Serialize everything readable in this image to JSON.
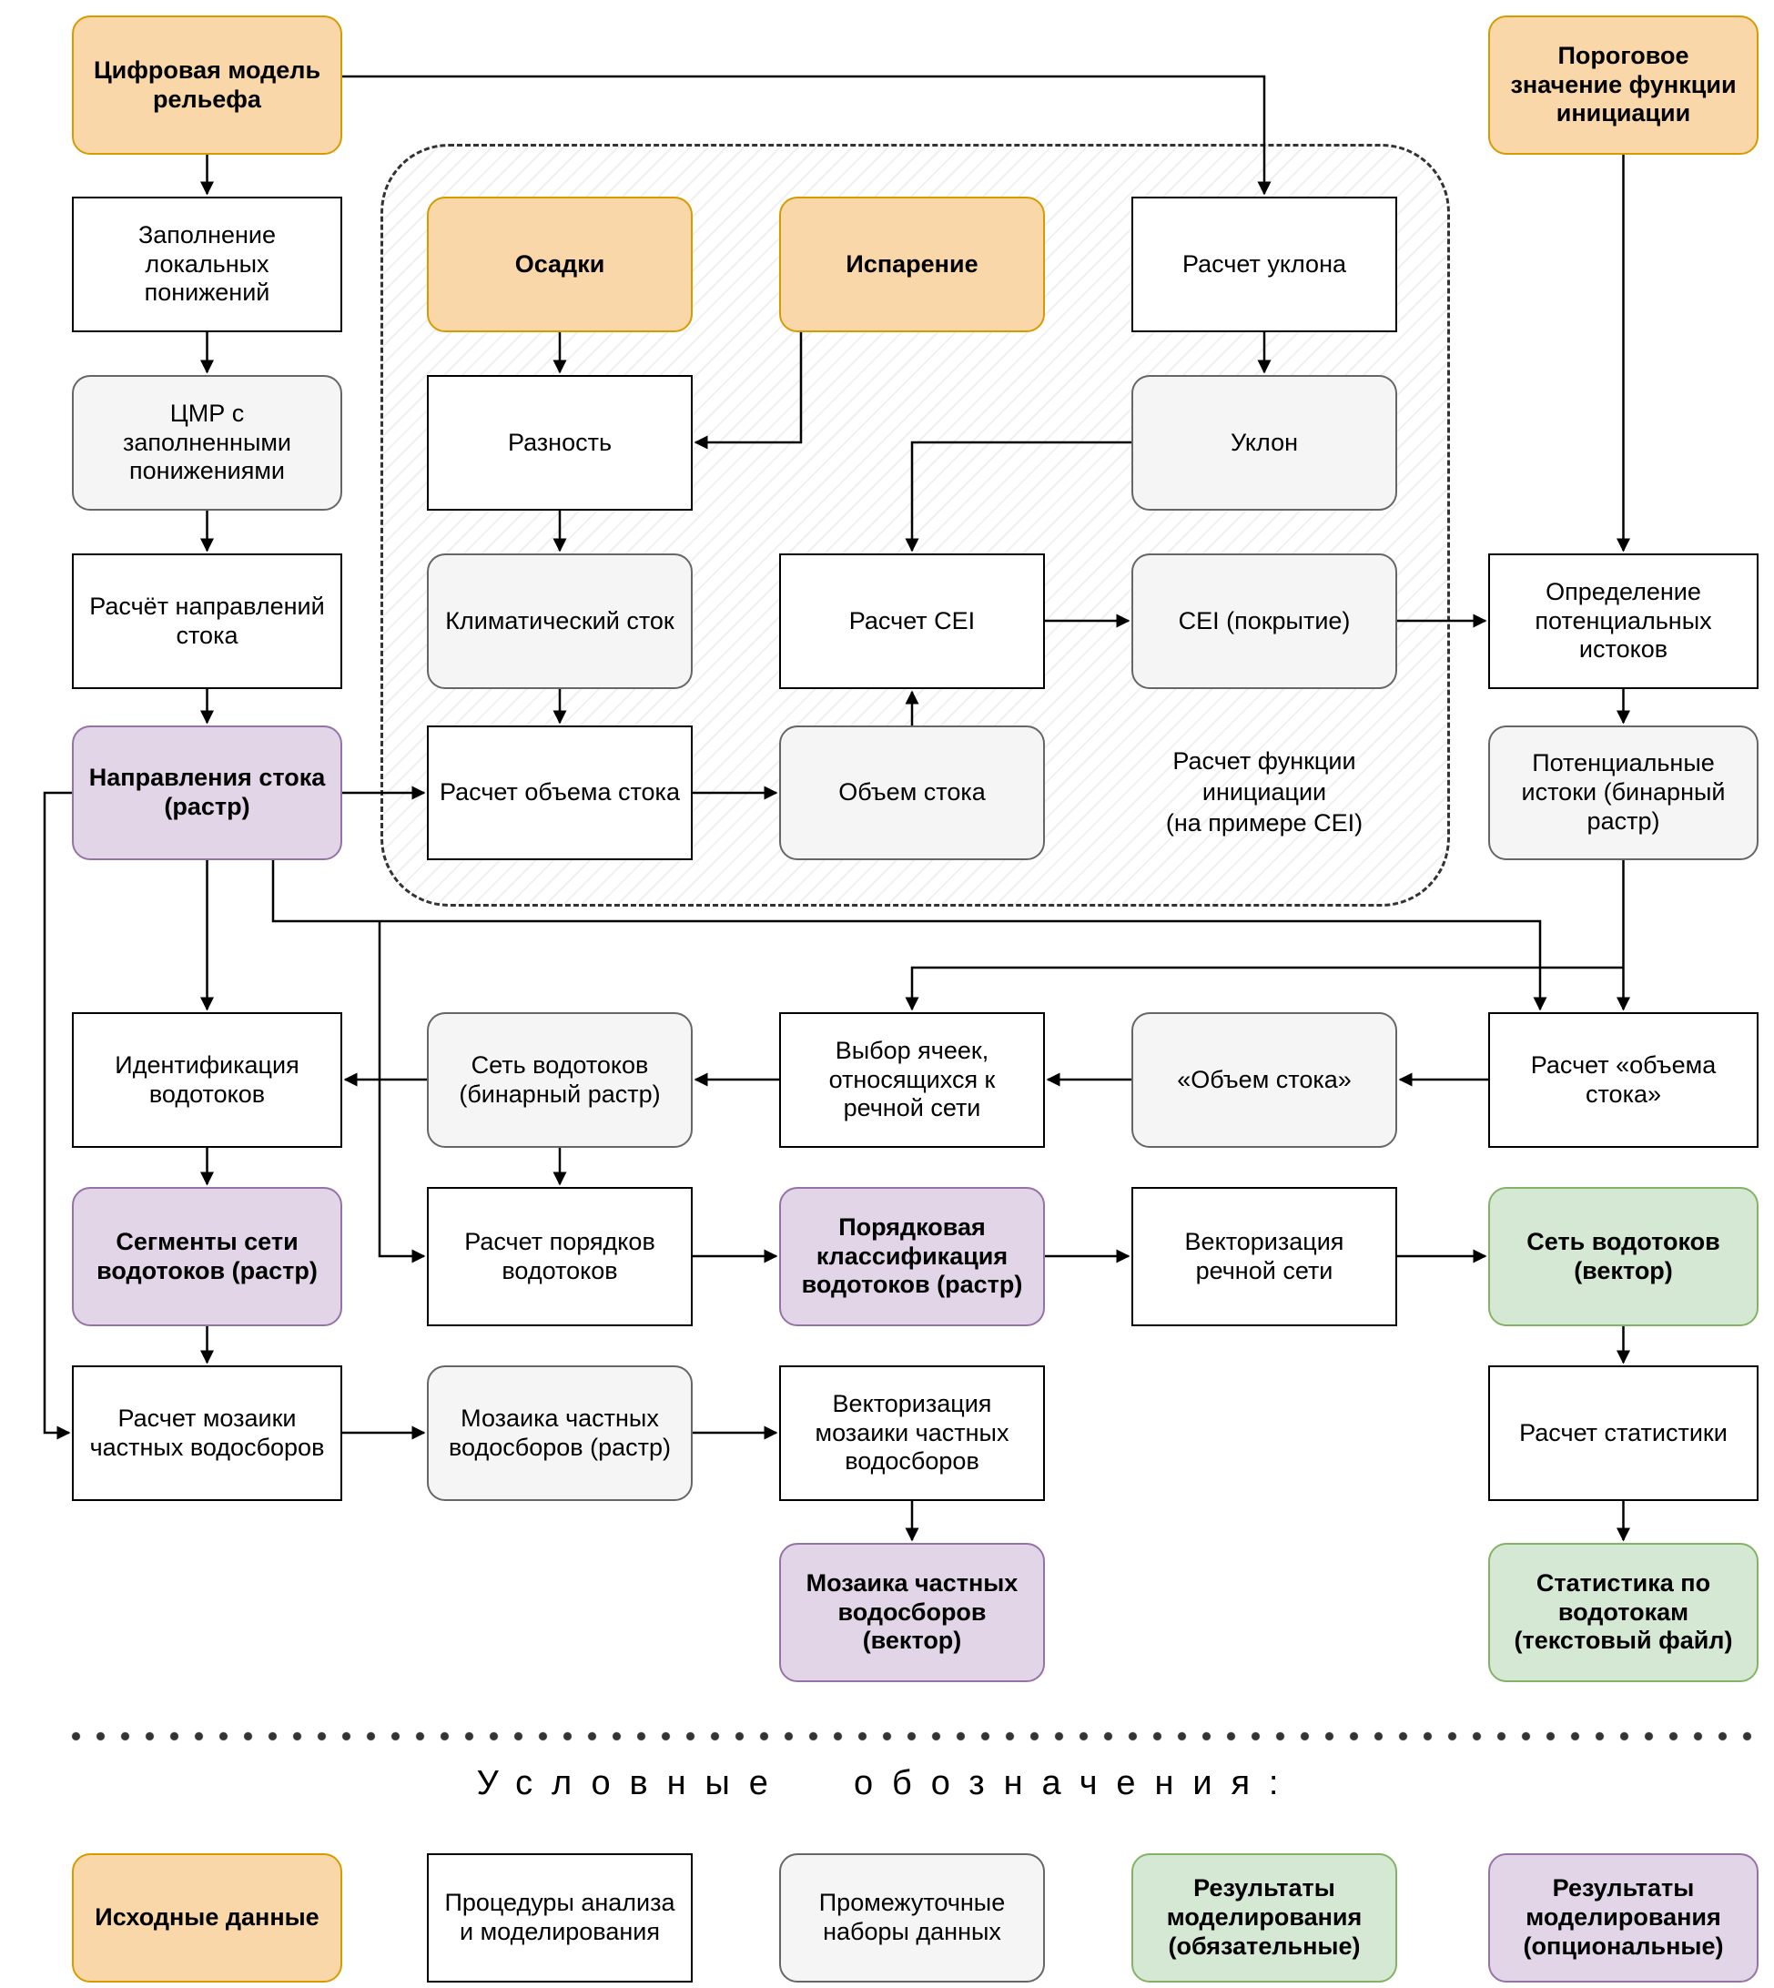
{
  "figure": {
    "nodes": {
      "dmr": "Цифровая модель рельефа",
      "threshold": "Пороговое значение функции инициации",
      "fill_sinks": "Заполнение локальных понижений",
      "precipitation": "Осадки",
      "evaporation": "Испарение",
      "slope_calc": "Расчет уклона",
      "dem_filled": "ЦМР с заполненными понижениями",
      "difference": "Разность",
      "slope": "Уклон",
      "flow_dir_calc": "Расчёт направлений стока",
      "climatic_runoff": "Климатический сток",
      "cei_calc": "Расчет CEI",
      "cei_coverage": "CEI (покрытие)",
      "potential_sources_calc": "Определение потенциальных истоков",
      "flow_dir_raster": "Направления стока (растр)",
      "runoff_volume_calc": "Расчет объема стока",
      "runoff_volume": "Объем стока",
      "potential_sources_raster": "Потенциальные истоки (бинарный растр)",
      "stream_identification": "Идентификация водотоков",
      "stream_network_binary": "Сеть водотоков (бинарный растр)",
      "cell_selection": "Выбор ячеек, относящихся к речной сети",
      "runoff_volume_quoted": "«Объем стока»",
      "runoff_volume_calc_quoted": "Расчет «объема стока»",
      "stream_segments_raster": "Сегменты сети водотоков (растр)",
      "stream_order_calc": "Расчет порядков водотоков",
      "stream_order_raster": "Порядковая классификация водотоков (растр)",
      "river_vectorization": "Векторизация речной сети",
      "stream_network_vector": "Сеть водотоков (вектор)",
      "catchment_mosaic_calc": "Расчет мозаики частных водосборов",
      "catchment_mosaic_raster": "Мозаика частных водосборов (растр)",
      "catchment_mosaic_vectorization": "Векторизация мозаики частных водосборов",
      "stats_calc": "Расчет статистики",
      "catchment_mosaic_vector": "Мозаика частных водосборов (вектор)",
      "stream_stats_file": "Статистика по водотокам (текстовый файл)"
    },
    "group_caption": "Расчет функции\nинициации\n(на примере CEI)",
    "legend": {
      "title": "Условные обозначения:",
      "items": [
        {
          "type": "input",
          "label": "Исходные данные"
        },
        {
          "type": "process",
          "label": "Процедуры анализа и моделирования"
        },
        {
          "type": "intermediate",
          "label": "Промежуточные наборы данных"
        },
        {
          "type": "mandatory",
          "label": "Результаты моделирования (обязательные)"
        },
        {
          "type": "optional",
          "label": "Результаты моделирования (опциональные)"
        }
      ]
    },
    "colors": {
      "input_fill": "#FAD7A8",
      "input_border": "#D79B00",
      "process_fill": "#FFFFFF",
      "process_border": "#000000",
      "intermediate_fill": "#F5F5F5",
      "intermediate_border": "#666666",
      "mandatory_fill": "#D5E8D4",
      "mandatory_border": "#82B366",
      "optional_fill": "#E1D5E7",
      "optional_border": "#9673A6",
      "connector": "#000000"
    }
  }
}
